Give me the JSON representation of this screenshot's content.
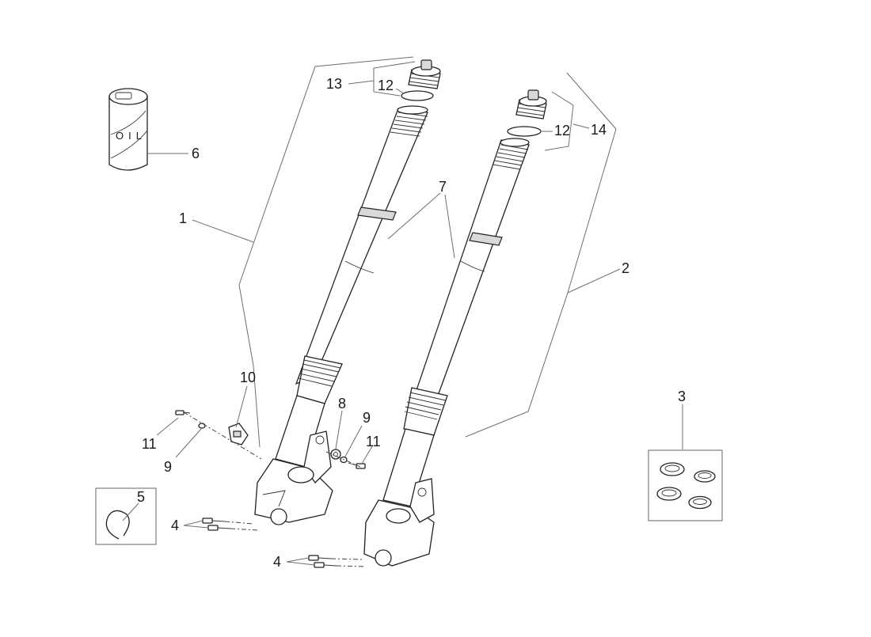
{
  "labels": {
    "1": "1",
    "2": "2",
    "3": "3",
    "4a": "4",
    "4b": "4",
    "5": "5",
    "6": "6",
    "7": "7",
    "8": "8",
    "9a": "9",
    "9b": "9",
    "10": "10",
    "11a": "11",
    "11b": "11",
    "12a": "12",
    "12b": "12",
    "13": "13",
    "14": "14"
  },
  "oil_text": "OIL"
}
